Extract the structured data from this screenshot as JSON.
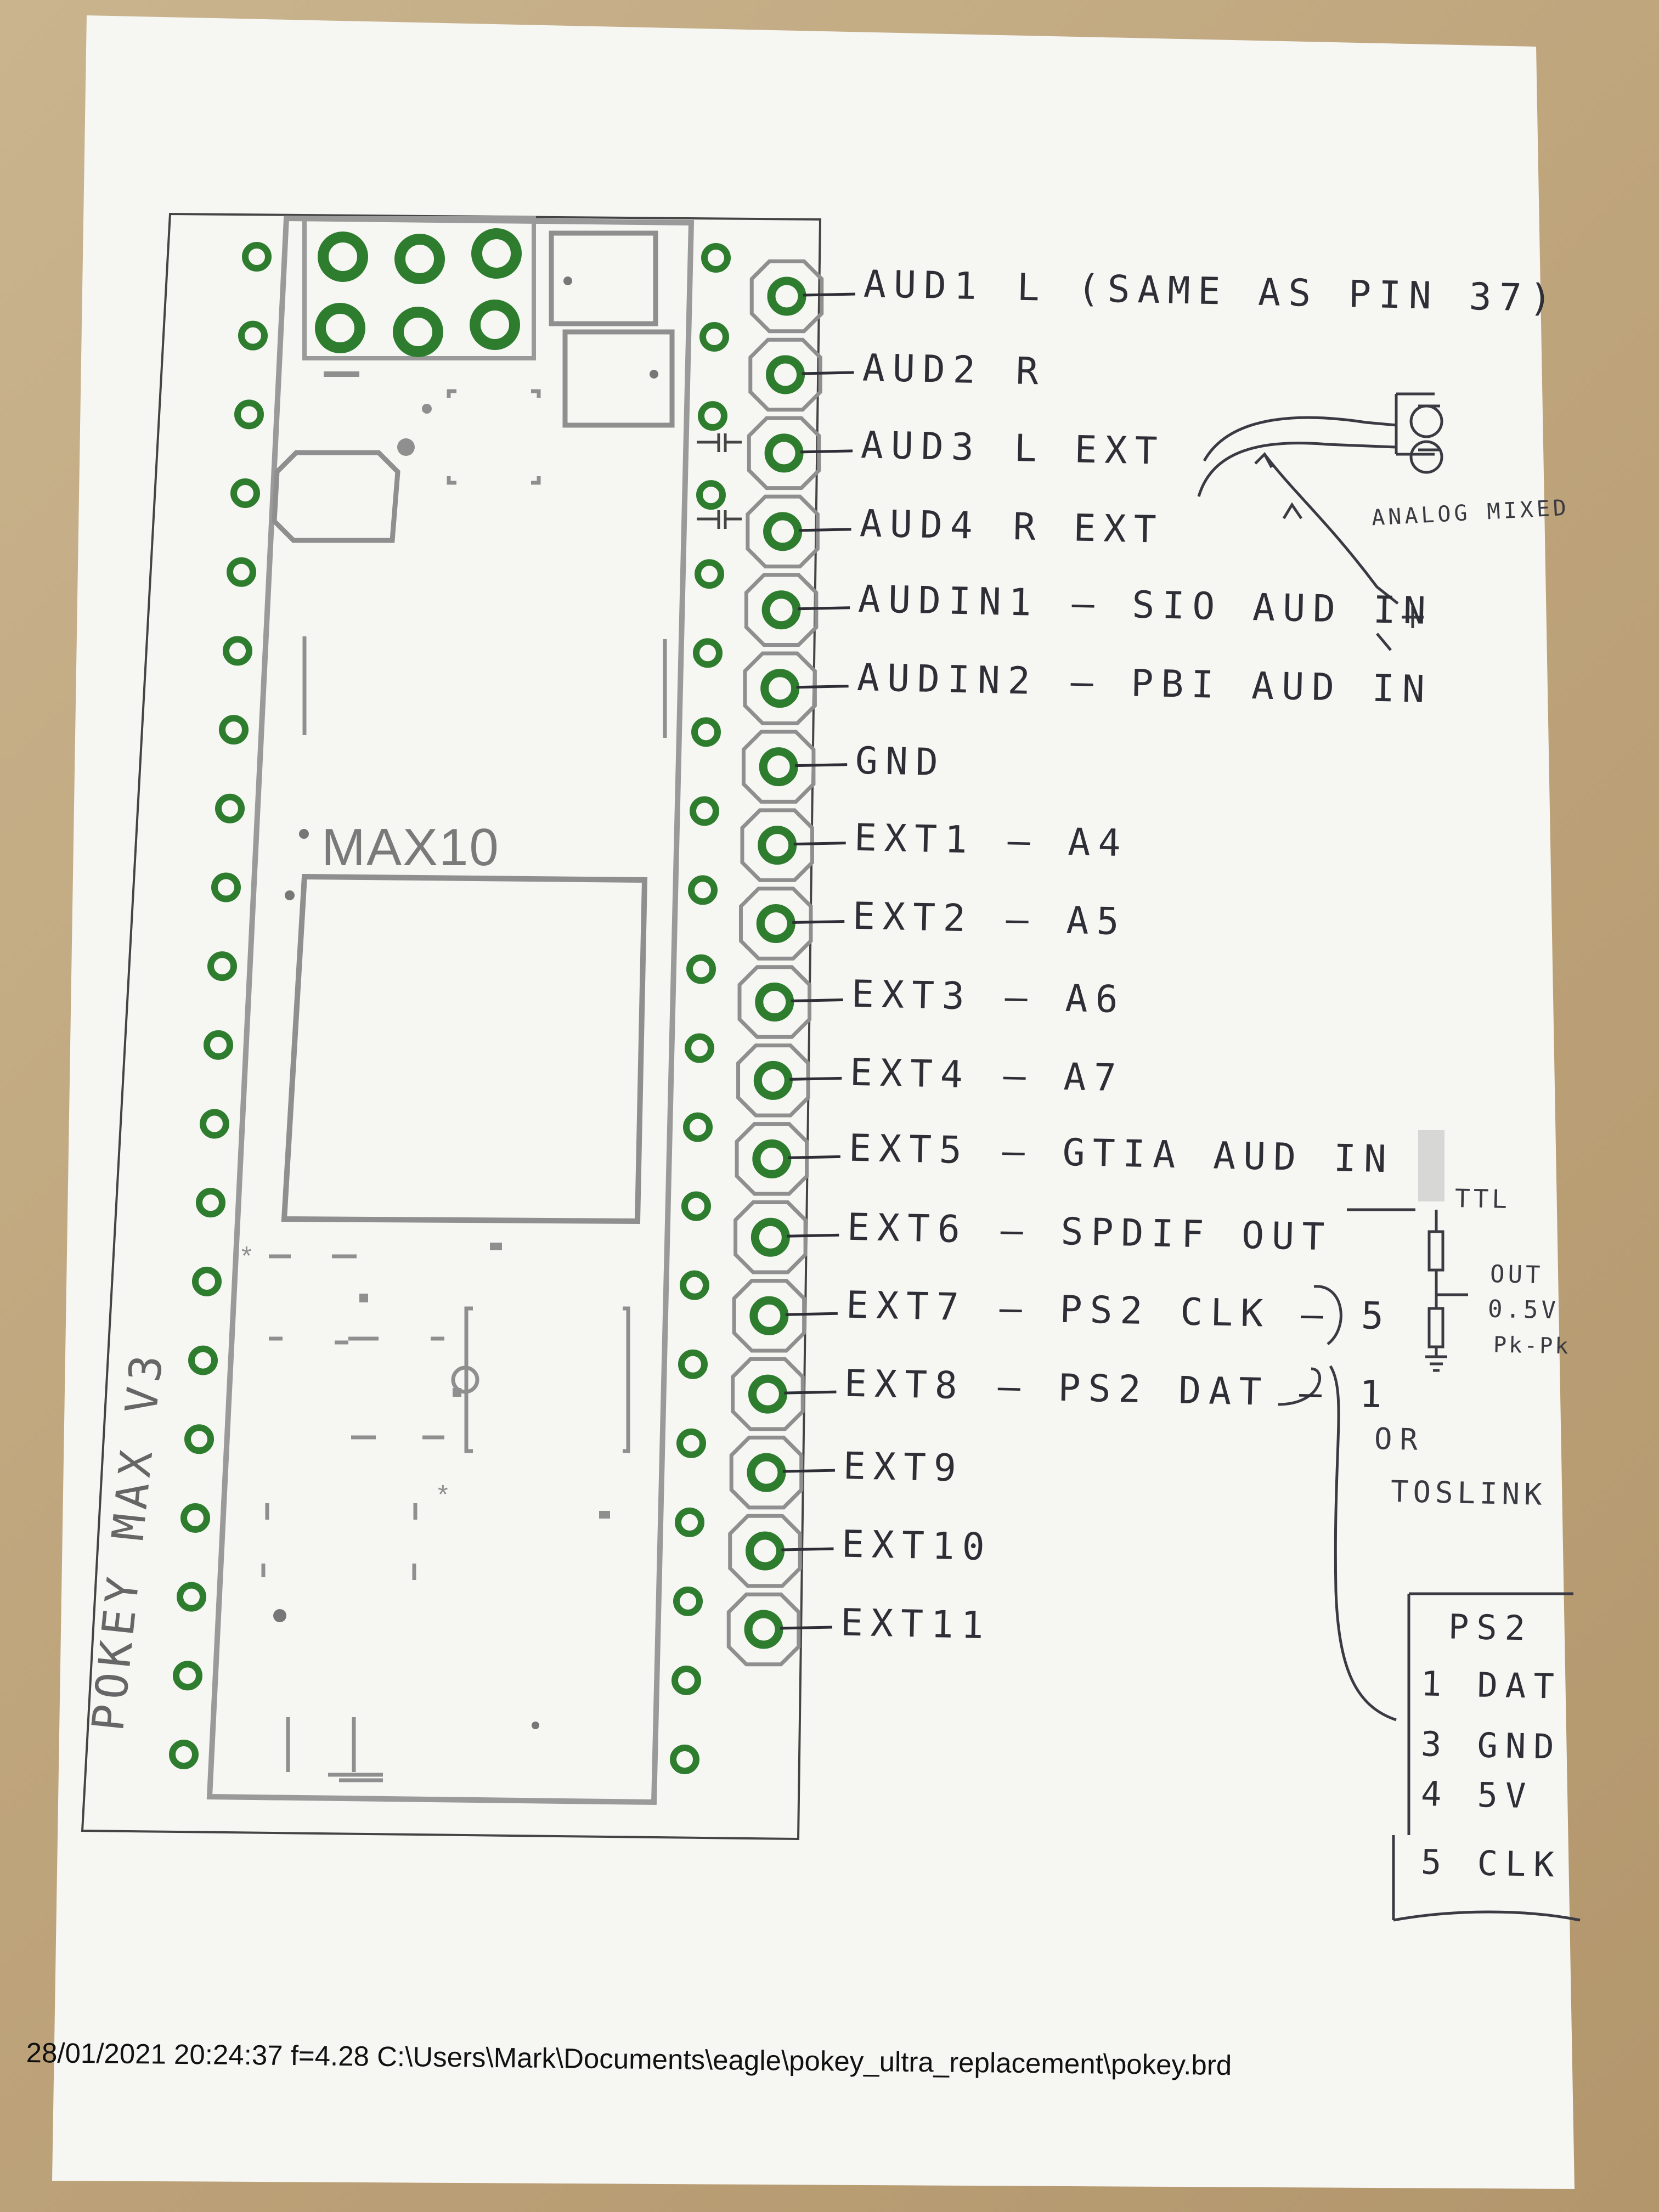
{
  "board": {
    "chip_label": "MAX10",
    "board_name": "POKEY MAX V3"
  },
  "pins": [
    {
      "label": "AUD1",
      "note": "L (SAME AS PIN 37)"
    },
    {
      "label": "AUD2",
      "note": "R"
    },
    {
      "label": "AUD3",
      "note": "L EXT"
    },
    {
      "label": "AUD4",
      "note": "R EXT"
    },
    {
      "label": "AUDIN1",
      "note": "— SIO AUD IN"
    },
    {
      "label": "AUDIN2",
      "note": "— PBI AUD IN"
    },
    {
      "label": "GND",
      "note": ""
    },
    {
      "label": "EXT1",
      "note": "— A4"
    },
    {
      "label": "EXT2",
      "note": "— A5"
    },
    {
      "label": "EXT3",
      "note": "— A6"
    },
    {
      "label": "EXT4",
      "note": "— A7"
    },
    {
      "label": "EXT5",
      "note": "— GTIA AUD IN"
    },
    {
      "label": "EXT6",
      "note": "— SPDIF OUT"
    },
    {
      "label": "EXT7",
      "note": "— PS2 CLK — 5"
    },
    {
      "label": "EXT8",
      "note": "— PS2 DAT — 1"
    },
    {
      "label": "EXT9",
      "note": ""
    },
    {
      "label": "EXT10",
      "note": ""
    },
    {
      "label": "EXT11",
      "note": ""
    }
  ],
  "side_notes": {
    "analog_mixed": "ANALOG MIXED",
    "ttl": "TTL",
    "out_label": "OUT",
    "out_level": "0.5V",
    "out_pk": "Pk-Pk",
    "or": "OR",
    "toslink": "TOSLINK"
  },
  "ps2_table": {
    "title": "PS2",
    "rows": [
      "1 DAT",
      "3 GND",
      "4 5V",
      "5 CLK"
    ]
  },
  "footer": "28/01/2021 20:24:37  f=4.28  C:\\Users\\Mark\\Documents\\eagle\\pokey_ultra_replacement\\pokey.brd",
  "colors": {
    "pad_green": "#2e7d2e",
    "silkscreen": "#8f8f8f",
    "paper": "#f7f7f4",
    "ink": "#2e2e36"
  }
}
